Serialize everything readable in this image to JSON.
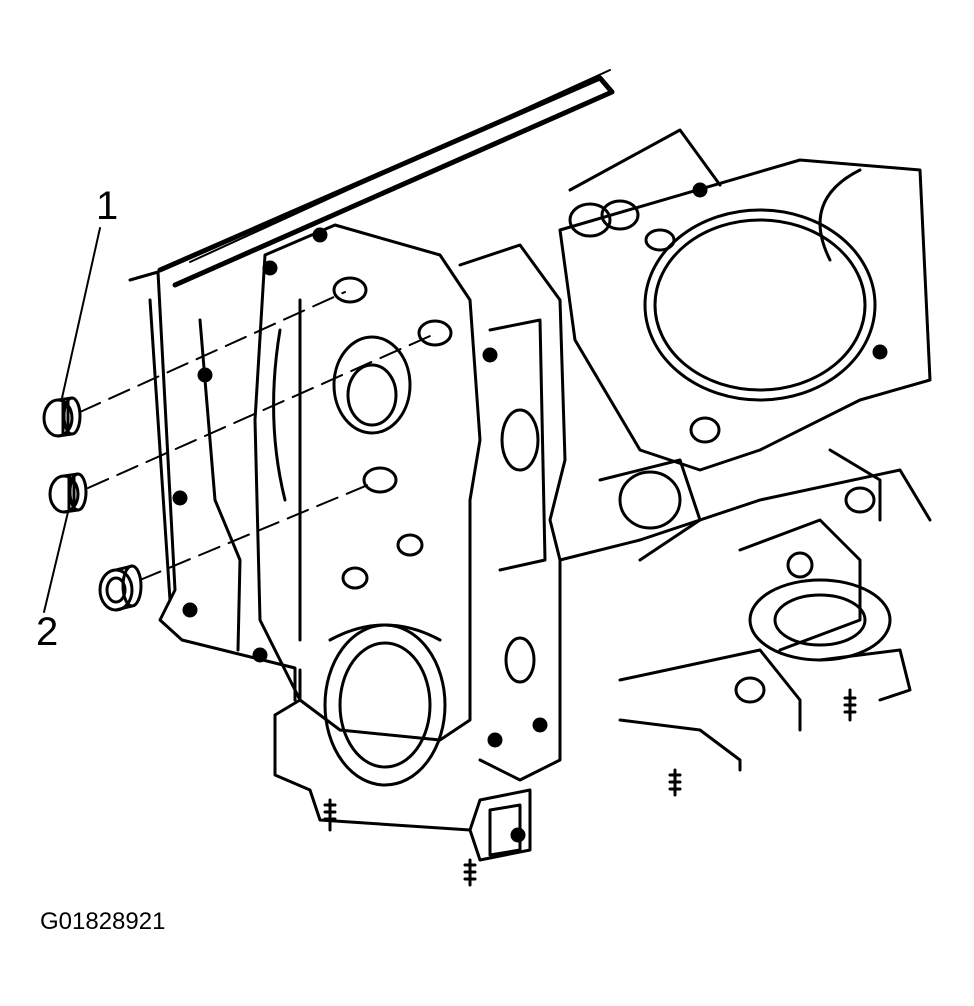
{
  "callouts": {
    "one": "1",
    "two": "2"
  },
  "figure_id": "G01828921",
  "colors": {
    "line": "#000000",
    "background": "#ffffff"
  }
}
